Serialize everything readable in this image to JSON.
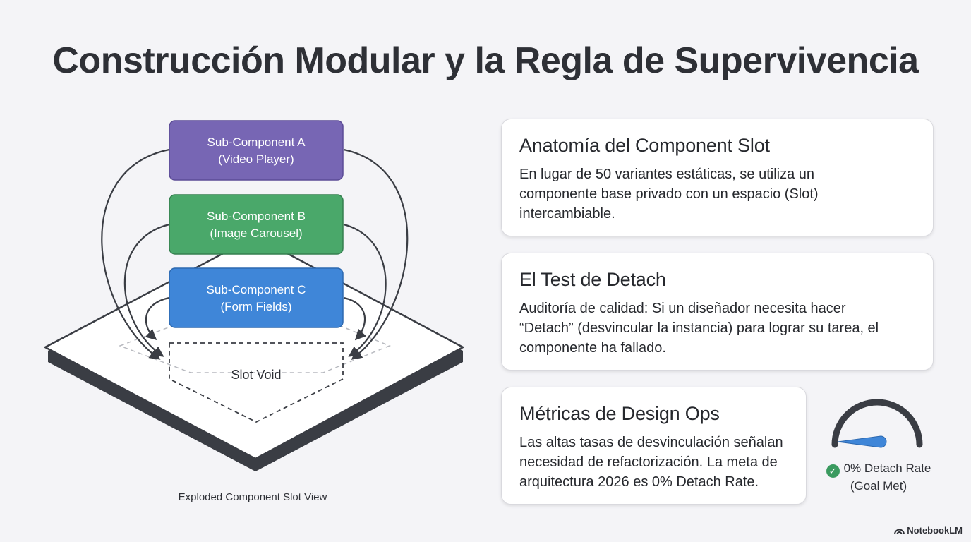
{
  "title": "Construcción Modular y la Regla de Supervivencia",
  "diagram": {
    "caption": "Exploded Component Slot View",
    "slot_label": "Slot Void",
    "components": [
      {
        "name": "Sub-Component A",
        "detail": "(Video Player)",
        "color": "#7766b4"
      },
      {
        "name": "Sub-Component B",
        "detail": "(Image Carousel)",
        "color": "#4aa86a"
      },
      {
        "name": "Sub-Component C",
        "detail": "(Form Fields)",
        "color": "#3f86d8"
      }
    ]
  },
  "cards": [
    {
      "heading": "Anatomía del Component Slot",
      "body": [
        "En lugar de 50 variantes estáticas, se utiliza un",
        "componente base privado con un espacio (Slot)",
        "intercambiable."
      ]
    },
    {
      "heading": "El Test de Detach",
      "body": [
        "Auditoría de calidad: Si un diseñador necesita hacer",
        "“Detach” (desvincular la instancia) para lograr su tarea, el",
        "componente ha fallado."
      ]
    },
    {
      "heading": "Métricas de Design Ops",
      "body": [
        "Las altas tasas de desvinculación señalan",
        "necesidad de refactorización. La meta de",
        "arquitectura 2026 es 0% Detach Rate."
      ]
    }
  ],
  "gauge": {
    "value_percent": 0,
    "status_line1": "0% Detach Rate",
    "status_line2": "(Goal Met)",
    "needle_color": "#3f86d8",
    "track_color": "#3a3d44",
    "check_color": "#3a9a5f"
  },
  "brand": "NotebookLM"
}
